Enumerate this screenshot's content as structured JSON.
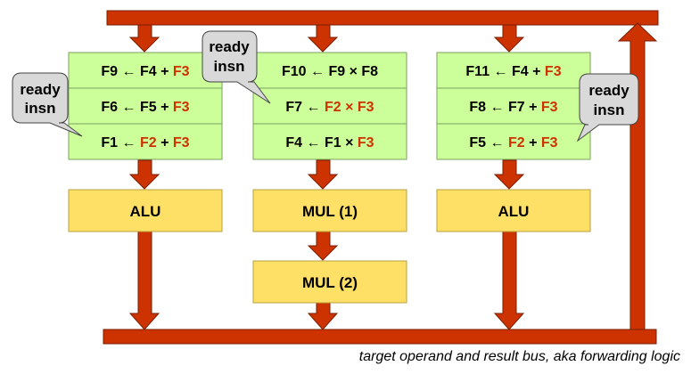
{
  "colors": {
    "bus": "#cc3300",
    "bus_stroke": "#7a1e00",
    "station_fill": "#ccff99",
    "station_stroke": "#7aa060",
    "unit_fill": "#ffe066",
    "unit_stroke": "#b8a040",
    "highlight": "#cc3300",
    "callout_fill": "#d9d9d9"
  },
  "stations": [
    {
      "rows": [
        {
          "dst": "F9",
          "arrow": "←",
          "src1": "F4",
          "src1_ready": false,
          "op": "+",
          "op_hl": false,
          "src2": "F3",
          "src2_ready": true
        },
        {
          "dst": "F6",
          "arrow": "←",
          "src1": "F5",
          "src1_ready": false,
          "op": "+",
          "op_hl": false,
          "src2": "F3",
          "src2_ready": true
        },
        {
          "dst": "F1",
          "arrow": "←",
          "src1": "F2",
          "src1_ready": true,
          "op": "+",
          "op_hl": false,
          "src2": "F3",
          "src2_ready": true
        }
      ]
    },
    {
      "rows": [
        {
          "dst": "F10",
          "arrow": "←",
          "src1": "F9",
          "src1_ready": false,
          "op": "×",
          "op_hl": false,
          "src2": "F8",
          "src2_ready": false
        },
        {
          "dst": "F7",
          "arrow": "←",
          "src1": "F2",
          "src1_ready": true,
          "op": "×",
          "op_hl": true,
          "src2": "F3",
          "src2_ready": true
        },
        {
          "dst": "F4",
          "arrow": "←",
          "src1": "F1",
          "src1_ready": false,
          "op": "×",
          "op_hl": false,
          "src2": "F3",
          "src2_ready": true
        }
      ]
    },
    {
      "rows": [
        {
          "dst": "F11",
          "arrow": "←",
          "src1": "F4",
          "src1_ready": false,
          "op": "+",
          "op_hl": false,
          "src2": "F3",
          "src2_ready": true
        },
        {
          "dst": "F8",
          "arrow": "←",
          "src1": "F7",
          "src1_ready": false,
          "op": "+",
          "op_hl": false,
          "src2": "F3",
          "src2_ready": true
        },
        {
          "dst": "F5",
          "arrow": "←",
          "src1": "F2",
          "src1_ready": true,
          "op": "+",
          "op_hl": false,
          "src2": "F3",
          "src2_ready": true
        }
      ]
    }
  ],
  "units": [
    "ALU",
    "MUL (1)",
    "MUL (2)",
    "ALU"
  ],
  "callouts": [
    {
      "line1": "ready",
      "line2": "insn"
    },
    {
      "line1": "ready",
      "line2": "insn"
    },
    {
      "line1": "ready",
      "line2": "insn"
    }
  ],
  "caption": "target operand and result bus, aka forwarding logic"
}
